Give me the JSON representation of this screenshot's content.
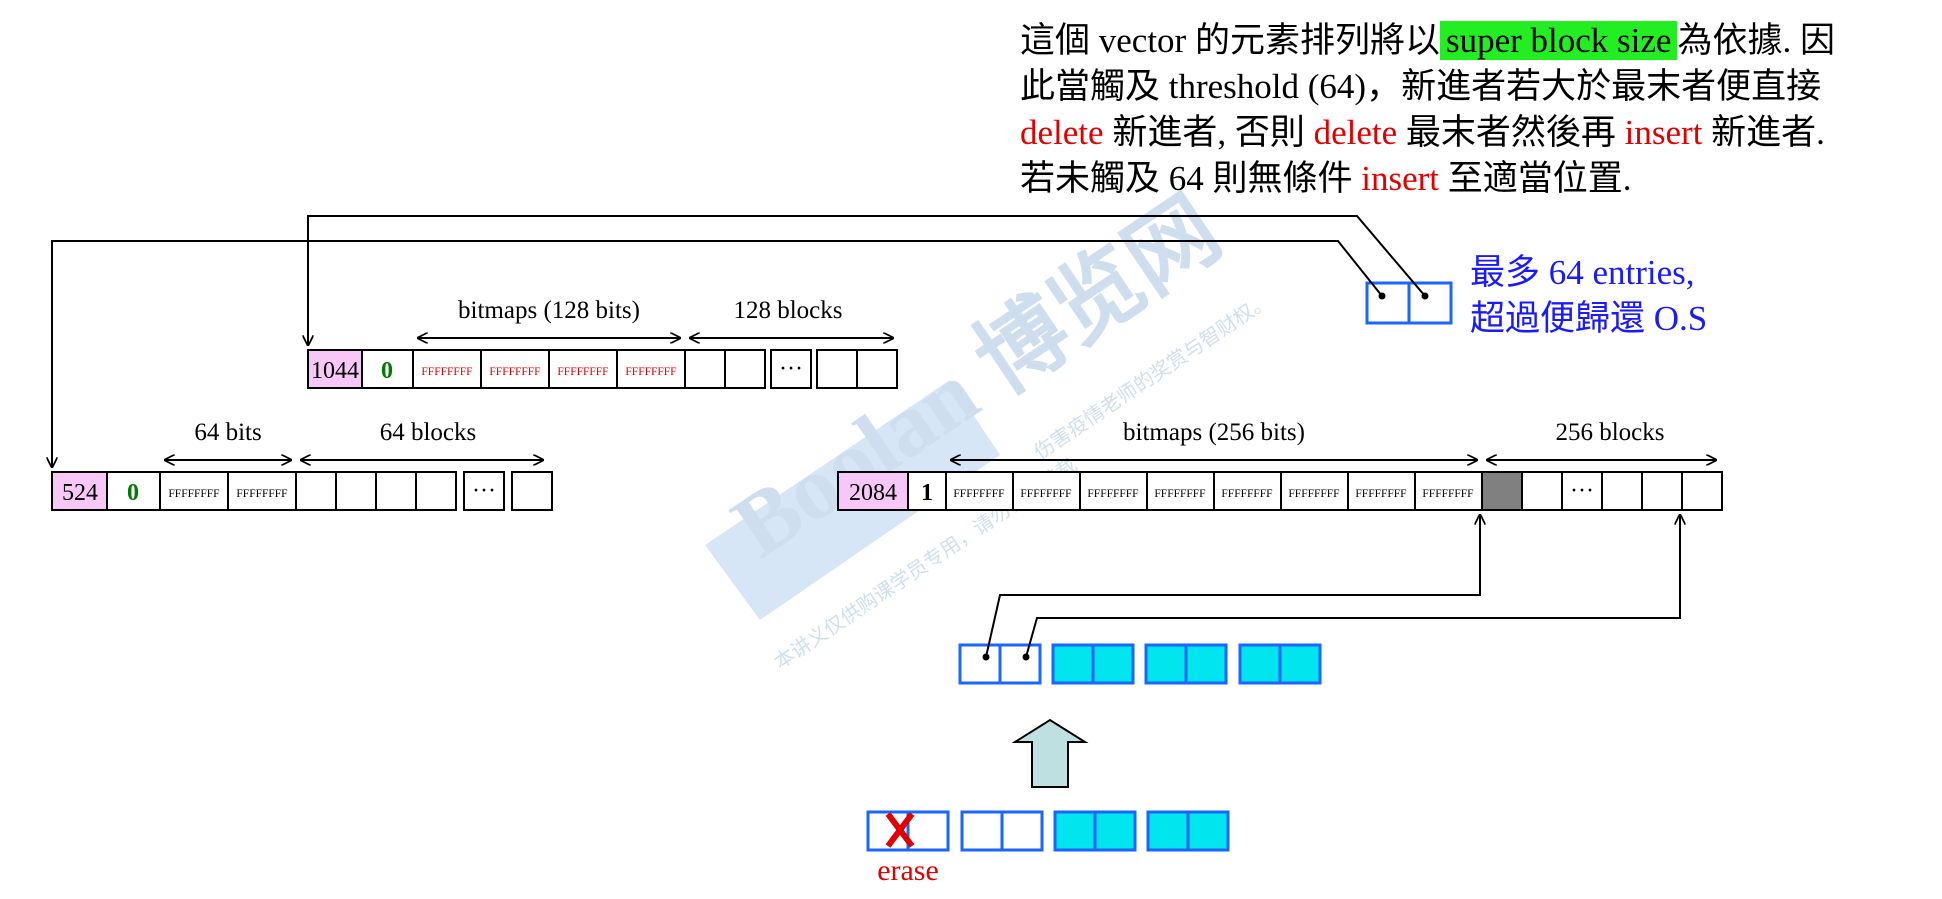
{
  "note": {
    "l1_pre": "這個 vector 的元素排列將以",
    "l1_hl": "super block size",
    "l1_post": "為依據. 因",
    "l2": "此當觸及 threshold (64)，新進者若大於最末者便直接",
    "l3_a": "delete",
    "l3_b": " 新進者, 否則 ",
    "l3_c": "delete",
    "l3_d": " 最末者然後再 ",
    "l3_e": "insert",
    "l3_f": " 新進者.",
    "l4_a": "若未觸及 64 則無條件 ",
    "l4_b": "insert",
    "l4_c": " 至適當位置."
  },
  "max_note": {
    "line1": "最多 64 entries,",
    "line2": "超過便歸還 O.S"
  },
  "sb1044": {
    "size": "1044",
    "flag": "0",
    "bitmap_label": "bitmaps (128 bits)",
    "blocks_label": "128 blocks",
    "words": [
      "FFFFFFFF",
      "FFFFFFFF",
      "FFFFFFFF",
      "FFFFFFFF"
    ],
    "ellipsis": "···"
  },
  "sb524": {
    "size": "524",
    "flag": "0",
    "bitmap_label": "64 bits",
    "blocks_label": "64 blocks",
    "words": [
      "FFFFFFFF",
      "FFFFFFFF"
    ],
    "ellipsis": "···"
  },
  "sb2084": {
    "size": "2084",
    "flag": "1",
    "bitmap_label": "bitmaps (256 bits)",
    "blocks_label": "256 blocks",
    "words": [
      "FFFFFFFF",
      "FFFFFFFF",
      "FFFFFFFF",
      "FFFFFFFF",
      "FFFFFFFF",
      "FFFFFFFF",
      "FFFFFFFF",
      "FFFFFFFF"
    ],
    "ellipsis": "···"
  },
  "erase_label": "erase",
  "watermark": {
    "brand": "Boolan 博览网",
    "line1": "伤害疫情老师的奖赏与智财权。",
    "line2": "本讲义仅供购课学员专用，请勿任意转载"
  },
  "colors": {
    "pink": "#f7c8f7",
    "cyan": "#00e5ee",
    "blue": "#1a66ff",
    "red": "#e00000",
    "green_flag": "#007a00",
    "grey_block": "#808080",
    "arrow_fill": "#bfe0e0"
  }
}
